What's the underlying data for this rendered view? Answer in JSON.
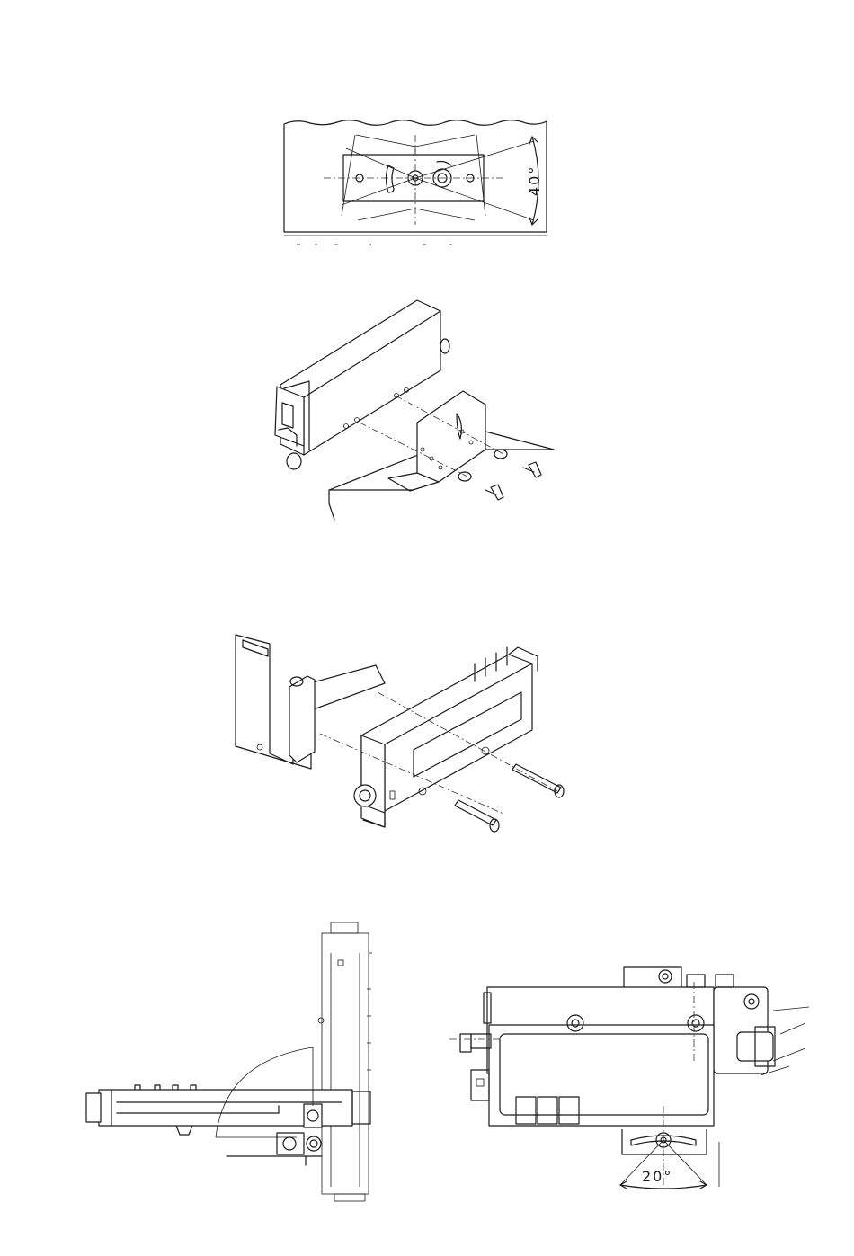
{
  "figures": [
    {
      "id": "fig1",
      "angle_label": "40°"
    },
    {
      "id": "fig2"
    },
    {
      "id": "fig3"
    },
    {
      "id": "fig4"
    },
    {
      "id": "fig5",
      "angle_label": "20°"
    }
  ]
}
